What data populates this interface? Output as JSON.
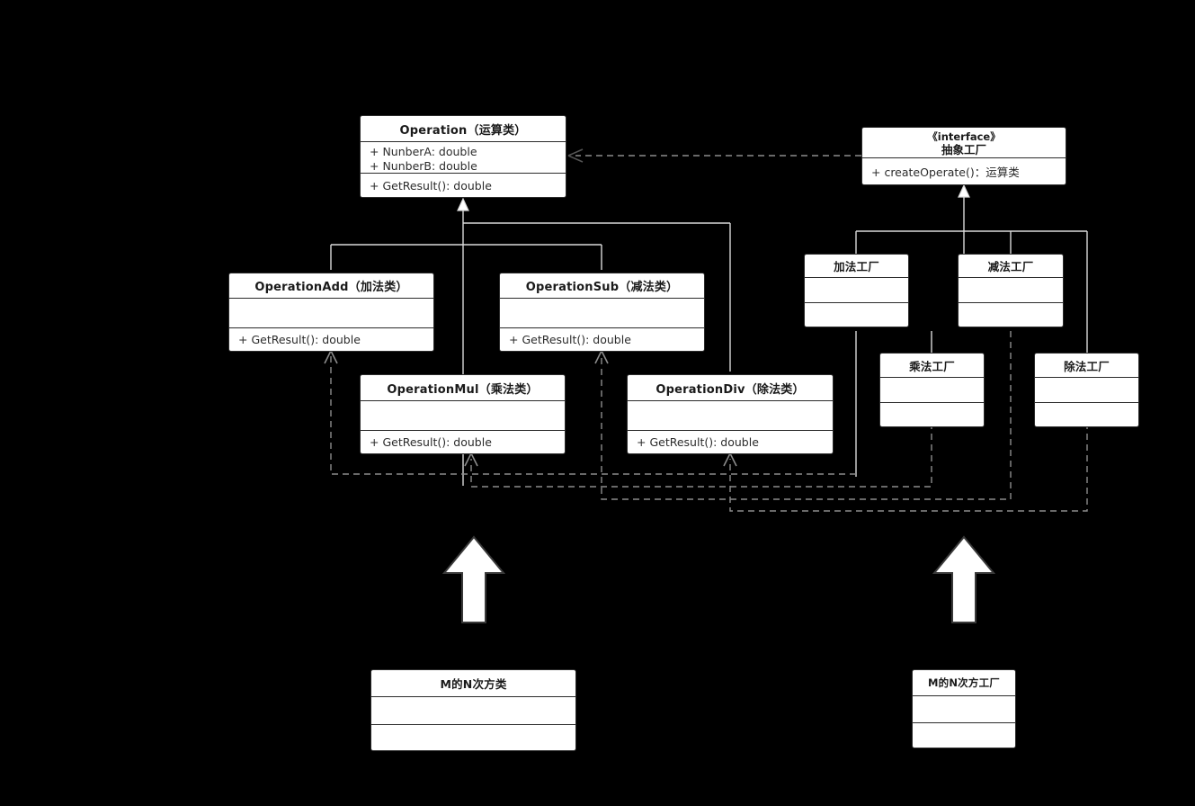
{
  "diagram": {
    "type": "uml-class-diagram",
    "title": "Abstract Factory pattern — Operation / Factory class diagram",
    "background_color": "#000000",
    "box_fill": "#ffffff",
    "box_border": "#2b2b2b",
    "line_color": "#d9d9d9",
    "dashed_line_color": "#8c8c8c",
    "block_arrow_color": "#ffffff"
  },
  "classes": {
    "operation": {
      "name": "Operation（运算类）",
      "attributes": [
        "+ NunberA: double",
        "+ NunberB: double"
      ],
      "operations": [
        "+ GetResult():  double"
      ]
    },
    "abstract_factory": {
      "stereotype": "《interface》",
      "name": "抽象工厂",
      "operations": [
        "+ createOperate()：运算类"
      ]
    },
    "operation_add": {
      "name": "OperationAdd（加法类）",
      "attributes": [
        ""
      ],
      "operations": [
        "+ GetResult():  double"
      ]
    },
    "operation_sub": {
      "name": "OperationSub（减法类）",
      "attributes": [
        ""
      ],
      "operations": [
        "+ GetResult():  double"
      ]
    },
    "operation_mul": {
      "name": "OperationMul（乘法类）",
      "attributes": [
        ""
      ],
      "operations": [
        "+ GetResult():  double"
      ]
    },
    "operation_div": {
      "name": "OperationDiv（除法类）",
      "attributes": [
        ""
      ],
      "operations": [
        "+ GetResult():  double"
      ]
    },
    "factory_add": {
      "name": "加法工厂",
      "attributes": [
        ""
      ],
      "operations": [
        ""
      ]
    },
    "factory_sub": {
      "name": "减法工厂",
      "attributes": [
        ""
      ],
      "operations": [
        ""
      ]
    },
    "factory_mul": {
      "name": "乘法工厂",
      "attributes": [
        ""
      ],
      "operations": [
        ""
      ]
    },
    "factory_div": {
      "name": "除法工厂",
      "attributes": [
        ""
      ],
      "operations": [
        ""
      ]
    },
    "power_class": {
      "name": "M的N次方类",
      "attributes": [
        ""
      ],
      "operations": [
        ""
      ]
    },
    "power_factory": {
      "name": "M的N次方工厂",
      "attributes": [
        ""
      ],
      "operations": [
        ""
      ]
    }
  },
  "relationships": [
    {
      "kind": "dependency",
      "from": "抽象工厂",
      "to": "Operation（运算类）"
    },
    {
      "kind": "generalization",
      "from": "OperationAdd（加法类）",
      "to": "Operation（运算类）"
    },
    {
      "kind": "generalization",
      "from": "OperationSub（减法类）",
      "to": "Operation（运算类）"
    },
    {
      "kind": "generalization",
      "from": "OperationMul（乘法类）",
      "to": "Operation（运算类）"
    },
    {
      "kind": "generalization",
      "from": "OperationDiv（除法类）",
      "to": "Operation（运算类）"
    },
    {
      "kind": "generalization",
      "from": "加法工厂",
      "to": "抽象工厂"
    },
    {
      "kind": "generalization",
      "from": "减法工厂",
      "to": "抽象工厂"
    },
    {
      "kind": "generalization",
      "from": "乘法工厂",
      "to": "抽象工厂"
    },
    {
      "kind": "generalization",
      "from": "除法工厂",
      "to": "抽象工厂"
    },
    {
      "kind": "dependency",
      "from": "加法工厂",
      "to": "OperationAdd（加法类）"
    },
    {
      "kind": "dependency",
      "from": "减法工厂",
      "to": "OperationSub（减法类）"
    },
    {
      "kind": "dependency",
      "from": "乘法工厂",
      "to": "OperationMul（乘法类）"
    },
    {
      "kind": "dependency",
      "from": "除法工厂",
      "to": "OperationDiv（除法类）"
    },
    {
      "kind": "extension-arrow",
      "from": "M的N次方类",
      "to": "operation hierarchy"
    },
    {
      "kind": "extension-arrow",
      "from": "M的N次方工厂",
      "to": "factory hierarchy"
    }
  ]
}
